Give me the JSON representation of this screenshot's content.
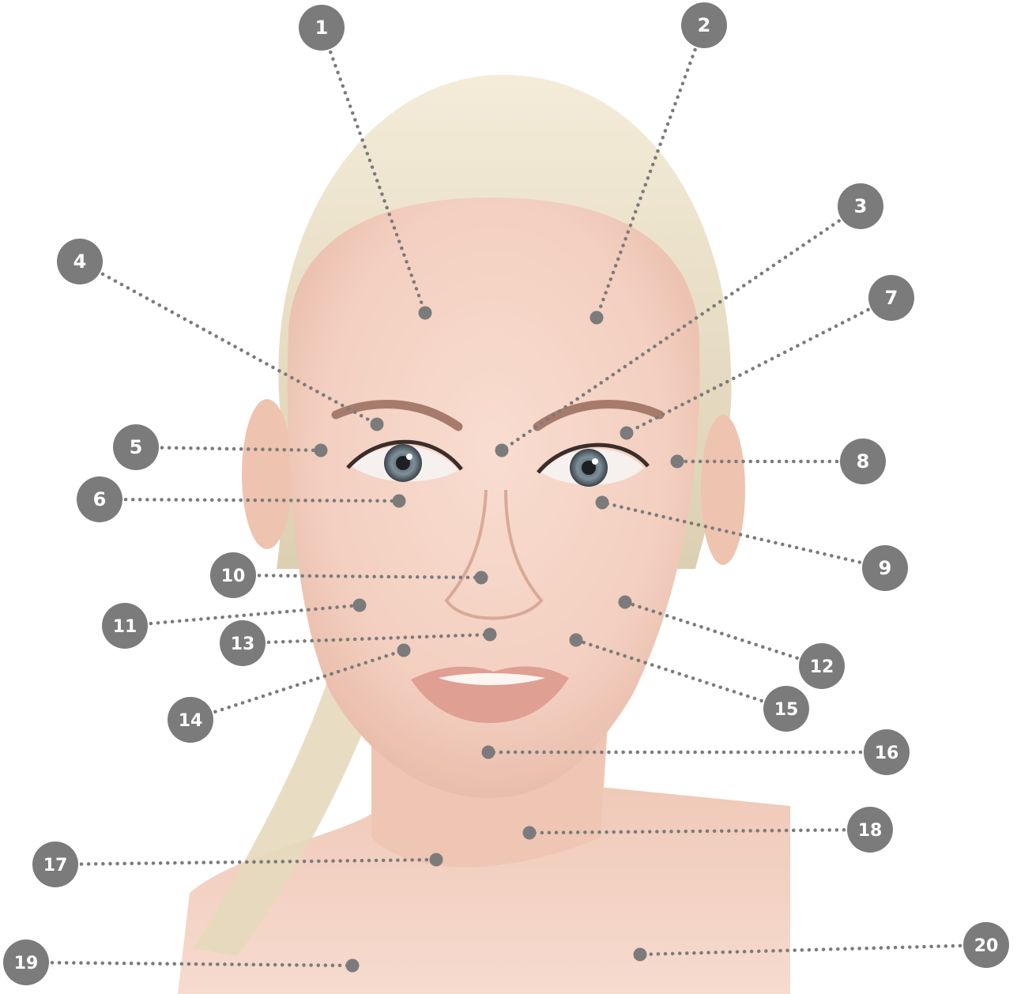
{
  "diagram": {
    "points": [
      {
        "label": "1"
      },
      {
        "label": "2"
      },
      {
        "label": "3"
      },
      {
        "label": "4"
      },
      {
        "label": "5"
      },
      {
        "label": "6"
      },
      {
        "label": "7"
      },
      {
        "label": "8"
      },
      {
        "label": "9"
      },
      {
        "label": "10"
      },
      {
        "label": "11"
      },
      {
        "label": "12"
      },
      {
        "label": "13"
      },
      {
        "label": "14"
      },
      {
        "label": "15"
      },
      {
        "label": "16"
      },
      {
        "label": "17"
      },
      {
        "label": "18"
      },
      {
        "label": "19"
      },
      {
        "label": "20"
      }
    ]
  },
  "colors": {
    "badge": "#7b7b7b",
    "dot": "#7b7b7b",
    "leader": "#7b7b7b",
    "badge_text": "#ffffff"
  }
}
